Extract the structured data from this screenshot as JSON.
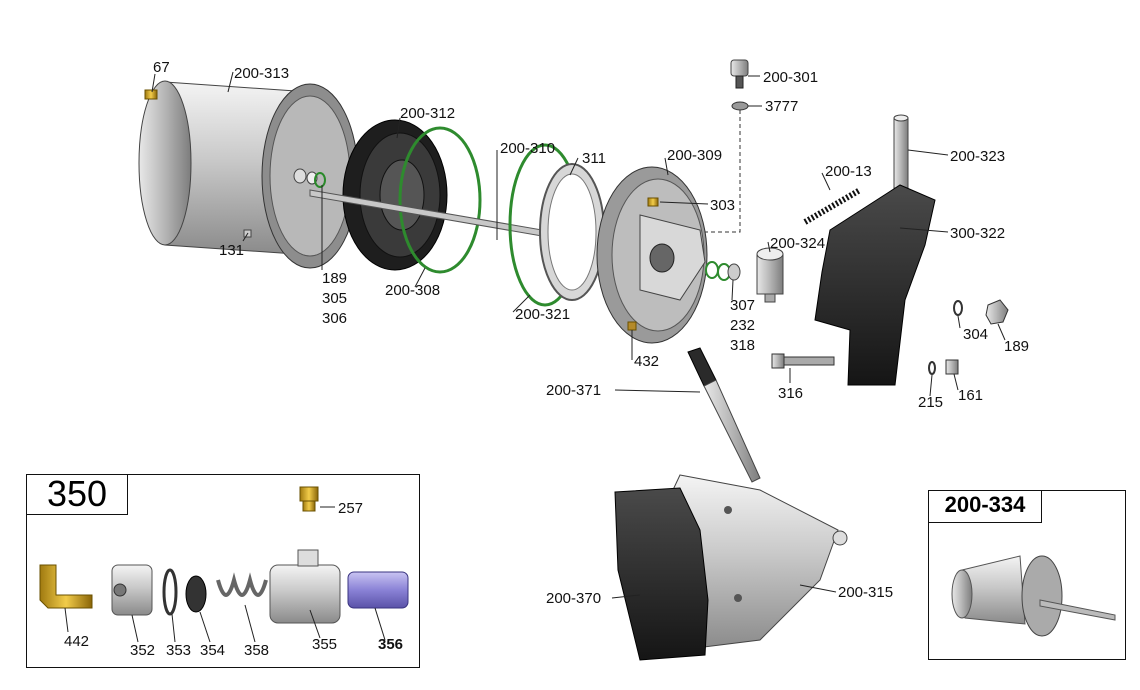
{
  "labels": {
    "p67": "67",
    "p200_313": "200-313",
    "p131": "131",
    "p189a": "189",
    "p305": "305",
    "p306": "306",
    "p200_312": "200-312",
    "p200_308": "200-308",
    "p200_310": "200-310",
    "p311": "311",
    "p200_321": "200-321",
    "p200_309": "200-309",
    "p303": "303",
    "p432": "432",
    "p200_301": "200-301",
    "p3777": "3777",
    "p307": "307",
    "p232": "232",
    "p318": "318",
    "p200_324": "200-324",
    "p200_13": "200-13",
    "p200_323": "200-323",
    "p300_322": "300-322",
    "p304": "304",
    "p189b": "189",
    "p316": "316",
    "p215": "215",
    "p161": "161",
    "p200_371": "200-371",
    "p200_370": "200-370",
    "p200_315": "200-315"
  },
  "inset_350": {
    "title": "350",
    "labels": {
      "p257": "257",
      "p442": "442",
      "p352": "352",
      "p353": "353",
      "p354": "354",
      "p358": "358",
      "p355": "355",
      "p356": "356"
    }
  },
  "inset_200_334": {
    "title": "200-334"
  }
}
